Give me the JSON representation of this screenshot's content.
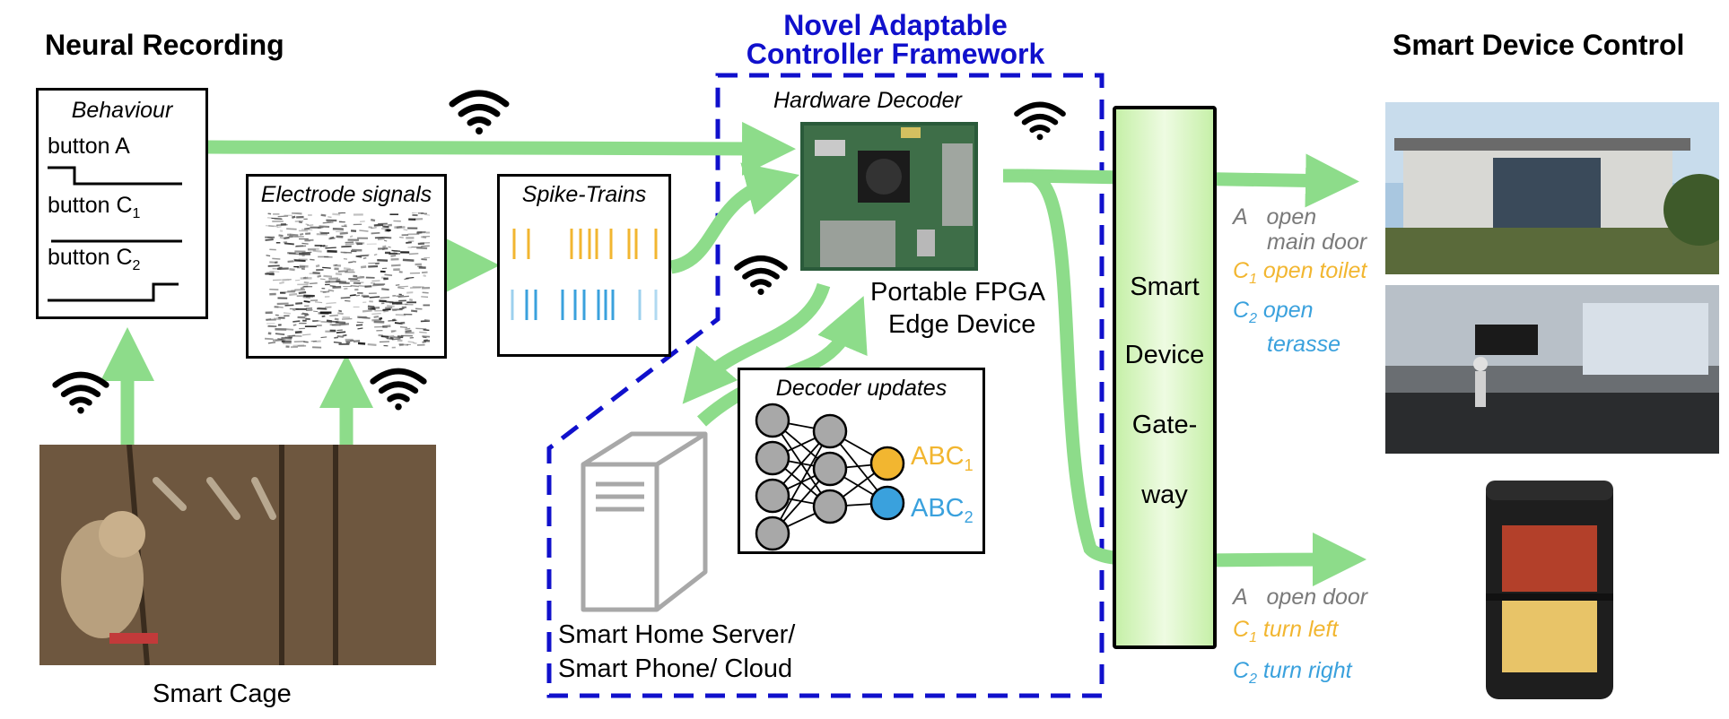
{
  "headers": {
    "neural_recording": "Neural Recording",
    "framework_line1": "Novel Adaptable",
    "framework_line2": "Controller Framework",
    "smart_device_control": "Smart Device Control"
  },
  "behaviour": {
    "title": "Behaviour",
    "button_a": "button A",
    "button_c1": "button C",
    "button_c1_sub": "1",
    "button_c2": "button C",
    "button_c2_sub": "2"
  },
  "electrode": {
    "title": "Electrode signals"
  },
  "spike": {
    "title": "Spike-Trains"
  },
  "hardware": {
    "title": "Hardware Decoder",
    "label_line1": "Portable FPGA",
    "label_line2": "Edge Device"
  },
  "decoder_updates": {
    "title": "Decoder updates",
    "out1": "ABC",
    "out1_sub": "1",
    "out2": "ABC",
    "out2_sub": "2"
  },
  "server": {
    "line1": "Smart Home Server/",
    "line2": "Smart Phone/ Cloud"
  },
  "cage": {
    "label": "Smart Cage"
  },
  "gateway": {
    "line1": "Smart",
    "line2": "Device",
    "line3": "Gate-",
    "line4": "way"
  },
  "house_commands": {
    "a_key": "A",
    "a_text1": "open",
    "a_text2": "main door",
    "c1_key": "C",
    "c1_sub": "1",
    "c1_text": "open toilet",
    "c2_key": "C",
    "c2_sub": "2",
    "c2_text1": "open",
    "c2_text2": "terasse"
  },
  "device_commands": {
    "a_key": "A",
    "a_text": "open door",
    "c1_key": "C",
    "c1_sub": "1",
    "c1_text": "turn left",
    "c2_key": "C",
    "c2_sub": "2",
    "c2_text": "turn right"
  },
  "colors": {
    "arrow_green": "#8ddc8a",
    "framework_blue": "#1010cc",
    "yellow": "#f2b630",
    "blue": "#3aa1dd",
    "gray": "#7a7a7a",
    "gateway_fill": "#d9f6c4"
  },
  "icons": [
    "wifi-icon",
    "server-icon",
    "fpga-board-image",
    "monkey-photo",
    "house-photo",
    "room-photo",
    "device-photo",
    "neural-network-icon"
  ]
}
